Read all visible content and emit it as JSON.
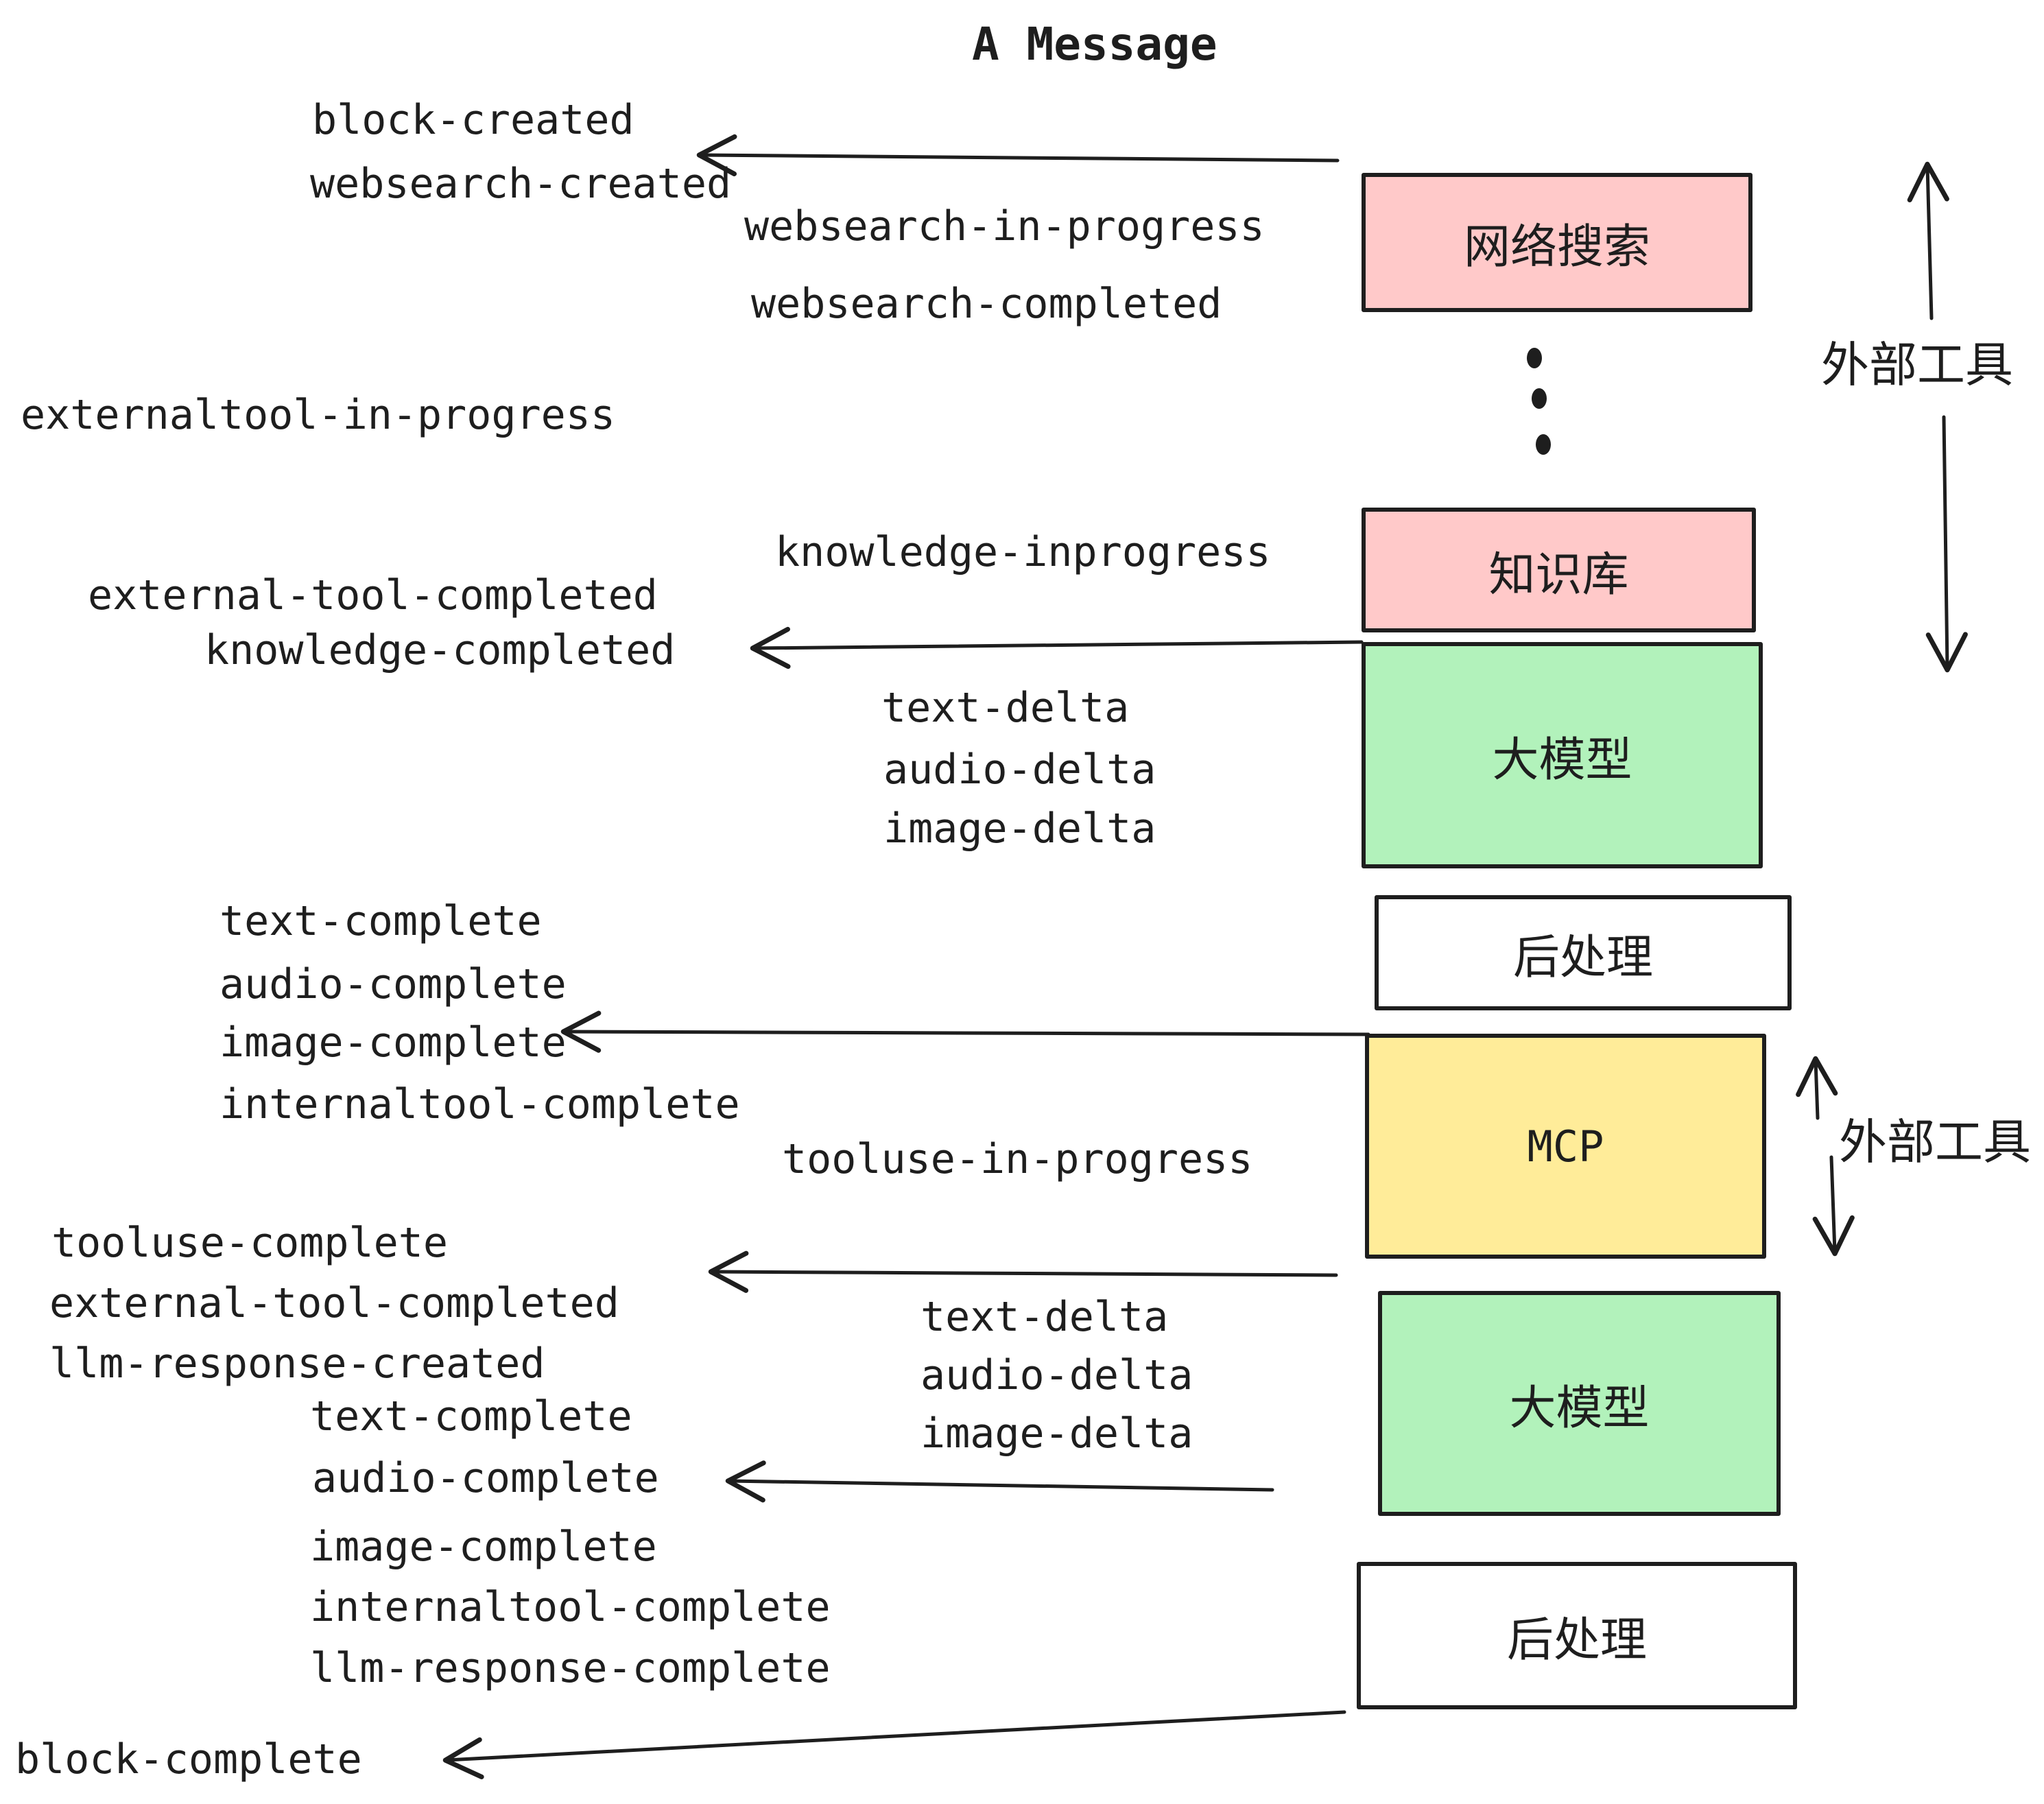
{
  "title": "A Message",
  "colors": {
    "background": "#ffffff",
    "stroke": "#1e1e1e",
    "pink_fill": "#ffc9c9",
    "green_fill": "#b2f2bb",
    "yellow_fill": "#ffec99",
    "white_fill": "#ffffff"
  },
  "boxes": [
    {
      "id": "websearch",
      "label": "网络搜索",
      "fill": "#ffc9c9"
    },
    {
      "id": "knowledge",
      "label": "知识库",
      "fill": "#ffc9c9"
    },
    {
      "id": "llm-1",
      "label": "大模型",
      "fill": "#b2f2bb"
    },
    {
      "id": "postprocess-1",
      "label": "后处理",
      "fill": "#ffffff"
    },
    {
      "id": "mcp",
      "label": "MCP",
      "fill": "#ffec99"
    },
    {
      "id": "llm-2",
      "label": "大模型",
      "fill": "#b2f2bb"
    },
    {
      "id": "postprocess-2",
      "label": "后处理",
      "fill": "#ffffff"
    }
  ],
  "side_labels": {
    "external_tools_1": "外部工具",
    "external_tools_2": "外部工具"
  },
  "icons": {
    "ellipsis": "vertical-ellipsis-dots",
    "arrow": "hand-drawn-arrow"
  },
  "events": {
    "block_created": "block-created",
    "websearch_created": "websearch-created",
    "websearch_in_progress": "websearch-in-progress",
    "websearch_completed": "websearch-completed",
    "externaltool_in_progress": "externaltool-in-progress",
    "knowledge_inprogress": "knowledge-inprogress",
    "external_tool_completed": "external-tool-completed",
    "knowledge_completed": "knowledge-completed",
    "text_delta": "text-delta",
    "audio_delta": "audio-delta",
    "image_delta": "image-delta",
    "text_complete": "text-complete",
    "audio_complete": "audio-complete",
    "image_complete": "image-complete",
    "internaltool_complete": "internaltool-complete",
    "tooluse_in_progress": "tooluse-in-progress",
    "tooluse_complete": "tooluse-complete",
    "external_tool_completed_2": "external-tool-completed",
    "llm_response_created": "llm-response-created",
    "text_complete_2": "text-complete",
    "audio_complete_2": "audio-complete",
    "text_delta_2": "text-delta",
    "audio_delta_2": "audio-delta",
    "image_delta_2": "image-delta",
    "image_complete_2": "image-complete",
    "internaltool_complete_2": "internaltool-complete",
    "llm_response_complete": "llm-response-complete",
    "block_complete": "block-complete"
  }
}
